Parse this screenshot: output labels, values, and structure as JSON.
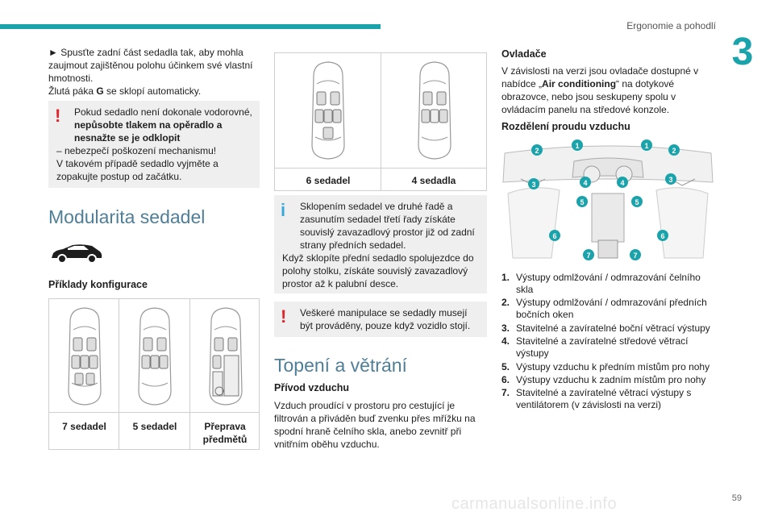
{
  "header": {
    "title": "Ergonomie a pohodlí",
    "chapter": "3"
  },
  "footer": {
    "page": "59",
    "watermark": "carmanualsonline.info"
  },
  "col1": {
    "intro_line1": "► Spusťte zadní část sedadla tak, aby mohla zaujmout zajištěnou polohu účinkem své vlastní hmotnosti.",
    "intro_line2_pre": "Žlutá páka ",
    "intro_line2_bold": "G",
    "intro_line2_post": " se sklopí automaticky.",
    "warning": {
      "text_pre": "Pokud sedadlo není dokonale vodorovné, ",
      "text_bold": "nepůsobte tlakem na opěradlo a nesnažte se je odklopit",
      "text_post_1": "– nebezpečí poškození mechanismu!",
      "text_post_2": "V takovém případě sedadlo vyjměte a zopakujte postup od začátku."
    },
    "section_title": "Modularita sedadel",
    "examples_title": "Příklady konfigurace",
    "configs": [
      {
        "label": "7 sedadel"
      },
      {
        "label": "5 sedadel"
      },
      {
        "label": "Přeprava předmětů"
      }
    ]
  },
  "col2": {
    "configs": [
      {
        "label": "6 sedadel"
      },
      {
        "label": "4 sedadla"
      }
    ],
    "info_note": {
      "line1": "Sklopením sedadel ve druhé řadě a zasunutím sedadel třetí řady získáte souvislý zavazadlový prostor již od zadní strany předních sedadel.",
      "line2": "Když sklopíte přední sedadlo spolujezdce do polohy stolku, získáte souvislý zavazadlový prostor až k palubní desce."
    },
    "warning_note": "Veškeré manipulace se sedadly musejí být prováděny, pouze když vozidlo stojí.",
    "section_title": "Topení a větrání",
    "supply_title": "Přívod vzduchu",
    "supply_text": "Vzduch proudící v prostoru pro cestující je filtrován a přiváděn buď zvenku přes mřížku na spodní hraně čelního skla, anebo zevnitř při vnitřním oběhu vzduchu."
  },
  "col3": {
    "controls_title": "Ovladače",
    "controls_pre": "V závislosti na verzi jsou ovladače dostupné v nabídce „",
    "controls_bold": "Air conditioning",
    "controls_post": "“ na dotykové obrazovce, nebo jsou seskupeny spolu v ovládacím panelu na středové konzole.",
    "distribution_title": "Rozdělení proudu vzduchu",
    "items": [
      {
        "num": "1.",
        "text": "Výstupy odmlžování / odmrazování čelního skla"
      },
      {
        "num": "2.",
        "text": "Výstupy odmlžování / odmrazování předních bočních oken"
      },
      {
        "num": "3.",
        "text": "Stavitelné a zavíratelné boční větrací výstupy"
      },
      {
        "num": "4.",
        "text": "Stavitelné a zavíratelné středové větrací výstupy"
      },
      {
        "num": "5.",
        "text": "Výstupy vzduchu k předním místům pro nohy"
      },
      {
        "num": "6.",
        "text": "Výstupy vzduchu k zadním místům pro nohy"
      },
      {
        "num": "7.",
        "text": "Stavitelné a zavíratelné větrací výstupy s ventilátorem (v závislosti na verzi)"
      }
    ],
    "callouts": [
      "1",
      "1",
      "2",
      "2",
      "3",
      "3",
      "4",
      "4",
      "5",
      "5",
      "6",
      "6",
      "7",
      "7"
    ]
  },
  "colors": {
    "accent": "#1aa3ab",
    "warning": "#e3232b",
    "info": "#39a8d8",
    "heading": "#4f7f98",
    "note_bg": "#efefef"
  }
}
